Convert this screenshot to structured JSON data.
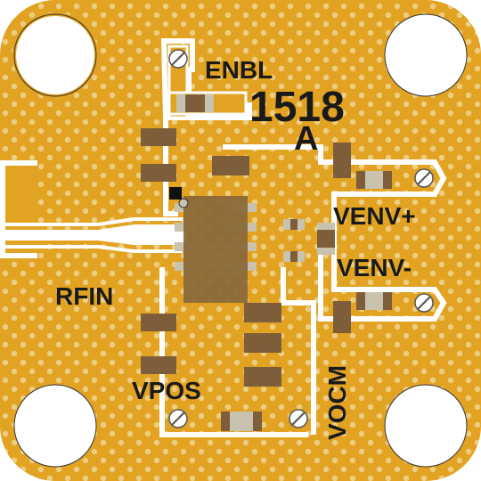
{
  "board": {
    "labels": {
      "enbl": "ENBL",
      "part_number": "1518",
      "revision": "A",
      "venv_pos": "VENV+",
      "venv_neg": "VENV-",
      "rfin": "RFIN",
      "vpos": "VPOS",
      "vocm": "VOCM"
    }
  },
  "colors": {
    "board_gold": "#E2A322",
    "trace_white": "#FFFFFF",
    "pad_tin": "#C9C2AE",
    "component_body": "#7E5E3A",
    "ic_body": "#8B6A3A",
    "silkscreen": "#1A1A1A",
    "via": "#F2E4B8"
  },
  "icons": {
    "mounting_hole": "mounting-hole-icon",
    "test_point": "test-point-icon",
    "pin1_marker": "pin1-marker-icon"
  }
}
